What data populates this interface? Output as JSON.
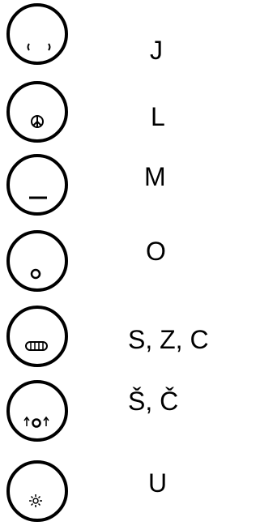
{
  "rows": [
    {
      "label": "J",
      "mouth": "side-marks"
    },
    {
      "label": "L",
      "mouth": "peace-circle"
    },
    {
      "label": "M",
      "mouth": "flat-line"
    },
    {
      "label": "O",
      "mouth": "small-o"
    },
    {
      "label": "S, Z, C",
      "mouth": "teeth"
    },
    {
      "label": "Š, Č",
      "mouth": "o-with-arrows"
    },
    {
      "label": "U",
      "mouth": "sun-burst"
    }
  ]
}
